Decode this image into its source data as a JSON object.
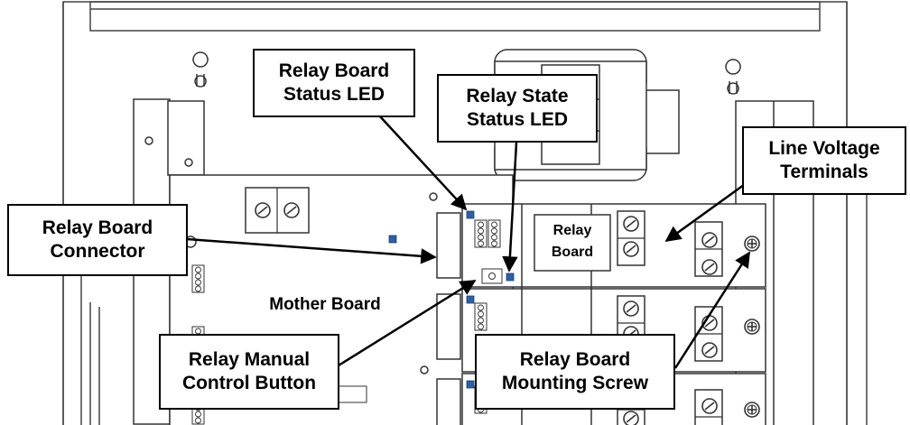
{
  "labels": {
    "relay_board_status_led": [
      "Relay Board",
      "Status LED"
    ],
    "relay_state_status_led": [
      "Relay State",
      "Status LED"
    ],
    "line_voltage_terminals": [
      "Line Voltage",
      "Terminals"
    ],
    "relay_board_connector": [
      "Relay Board",
      "Connector"
    ],
    "relay_manual_control_button": [
      "Relay Manual",
      "Control Button"
    ],
    "relay_board_mounting_screw": [
      "Relay Board",
      "Mounting Screw"
    ],
    "mother_board": "Mother Board",
    "relay_board": [
      "Relay",
      "Board"
    ]
  },
  "colors": {
    "line": "#000000",
    "led": "#2e5fa3",
    "background": "#ffffff"
  }
}
